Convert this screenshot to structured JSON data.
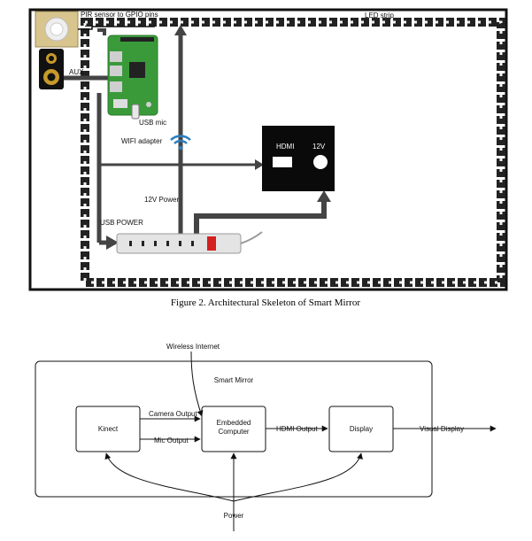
{
  "figure_top": {
    "labels": {
      "pir": "PIR sensor to GPIO pins",
      "led_strip": "LED strip",
      "aux": "AUX",
      "usb_mic": "USB mic",
      "wifi_adapter": "WIFI adapter",
      "hdmi": "HDMI",
      "v12": "12V",
      "power_12v": "12V Power",
      "usb_power": "USB POWER"
    },
    "caption": "Figure 2. Architectural Skeleton of Smart Mirror"
  },
  "figure_bottom": {
    "wireless_internet": "Wireless Internet",
    "smart_mirror": "Smart Mirror",
    "kinect": "Kinect",
    "embedded_line1": "Embedded",
    "embedded_line2": "Computer",
    "display": "Display",
    "camera_output": "Camera Output",
    "mic_output": "Mic Output",
    "hdmi_output": "HDMI Output",
    "visual_display": "Visual Display",
    "power": "Power"
  },
  "colors": {
    "frame": "#111111",
    "cable": "#444444",
    "pi_green": "#3a9a3a",
    "wifi_blue": "#2a7fc0",
    "power_red": "#d42020"
  }
}
